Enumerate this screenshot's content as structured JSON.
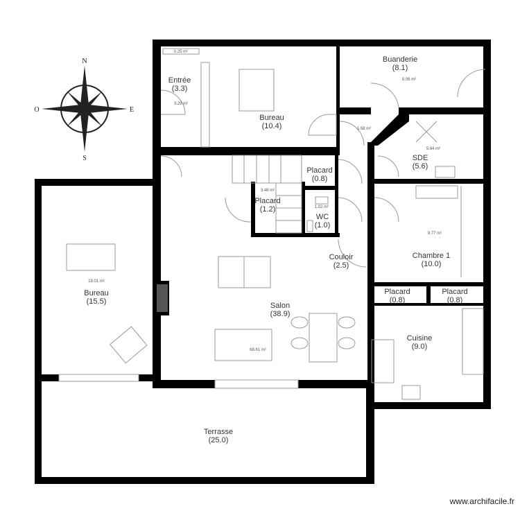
{
  "compass": {
    "north": "N",
    "south": "S",
    "east": "E",
    "west": "O"
  },
  "rooms": [
    {
      "id": "entree",
      "name": "Entrée",
      "size": "(3.3)",
      "area": "3.29 m²"
    },
    {
      "id": "bureau-top",
      "name": "Bureau",
      "size": "(10.4)",
      "area": ""
    },
    {
      "id": "buanderie",
      "name": "Buanderie",
      "size": "(8.1)",
      "area": "8.06 m²"
    },
    {
      "id": "sde",
      "name": "SDE",
      "size": "(5.6)",
      "area": "5.64 m²"
    },
    {
      "id": "placard-08-a",
      "name": "Placard",
      "size": "(0.8)",
      "area": ""
    },
    {
      "id": "placard-12",
      "name": "Placard",
      "size": "(1.2)",
      "area": "3.48 m²"
    },
    {
      "id": "wc",
      "name": "WC",
      "size": "(1.0)",
      "area": "1.02 m²"
    },
    {
      "id": "couloir",
      "name": "Couloir",
      "size": "(2.5)",
      "area": ""
    },
    {
      "id": "chambre1",
      "name": "Chambre 1",
      "size": "(10.0)",
      "area": "9.77 m²"
    },
    {
      "id": "placard-08-b",
      "name": "Placard",
      "size": "(0.8)",
      "area": ""
    },
    {
      "id": "placard-08-c",
      "name": "Placard",
      "size": "(0.8)",
      "area": ""
    },
    {
      "id": "bureau-left",
      "name": "Bureau",
      "size": "(15.5)",
      "area": "19.01 m²"
    },
    {
      "id": "salon",
      "name": "Salon",
      "size": "(38.9)",
      "area": "68.61 m²"
    },
    {
      "id": "cuisine",
      "name": "Cuisine",
      "size": "(9.0)",
      "area": ""
    },
    {
      "id": "terrasse",
      "name": "Terrasse",
      "size": "(25.0)",
      "area": ""
    }
  ],
  "extra_areas": {
    "small_top": "0.25 m²",
    "hall": "1.58 m²"
  },
  "watermark": "www.archifacile.fr"
}
